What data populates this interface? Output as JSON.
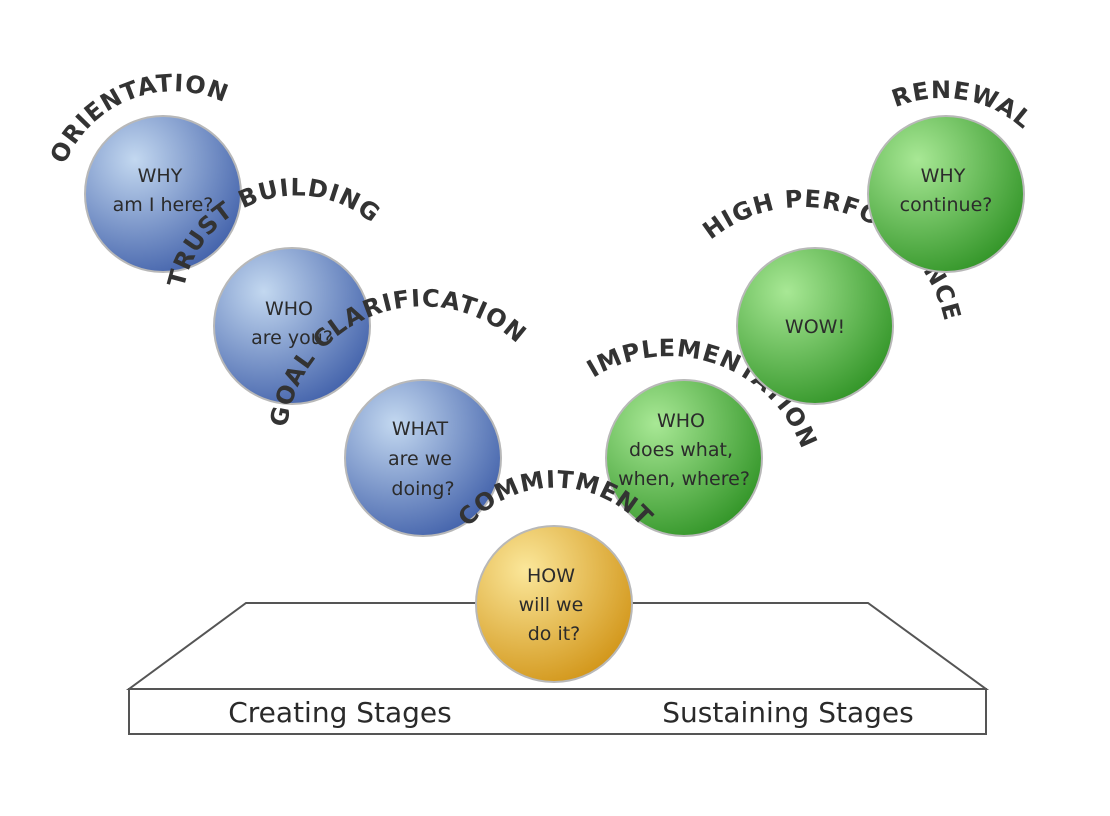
{
  "stages": [
    {
      "id": "orientation",
      "title": "ORIENTATION",
      "lines": [
        "WHY",
        "am I here?"
      ],
      "phase": "creating"
    },
    {
      "id": "trust-building",
      "title": "TRUST BUILDING",
      "lines": [
        "WHO",
        "are you?"
      ],
      "phase": "creating"
    },
    {
      "id": "goal-clarification",
      "title": "GOAL CLARIFICATION",
      "lines": [
        "WHAT",
        "are we",
        "doing?"
      ],
      "phase": "creating"
    },
    {
      "id": "commitment",
      "title": "COMMITMENT",
      "lines": [
        "HOW",
        "will we",
        "do it?"
      ],
      "phase": "pivot"
    },
    {
      "id": "implementation",
      "title": "IMPLEMENTATION",
      "lines": [
        "WHO",
        "does what,",
        "when, where?"
      ],
      "phase": "sustaining"
    },
    {
      "id": "high-performance",
      "title": "HIGH PERFORMANCE",
      "lines": [
        "WOW!"
      ],
      "phase": "sustaining"
    },
    {
      "id": "renewal",
      "title": "RENEWAL",
      "lines": [
        "WHY",
        "continue?"
      ],
      "phase": "sustaining"
    }
  ],
  "base": {
    "left_label": "Creating Stages",
    "right_label": "Sustaining Stages"
  },
  "colors": {
    "creating_light": "#c3d8f0",
    "creating_dark": "#3a5aa6",
    "pivot_light": "#fbe79a",
    "pivot_dark": "#cf9010",
    "sustaining_light": "#a8e895",
    "sustaining_dark": "#2a8f20",
    "outline": "#b8b8b8",
    "platform_stroke": "#555555"
  }
}
